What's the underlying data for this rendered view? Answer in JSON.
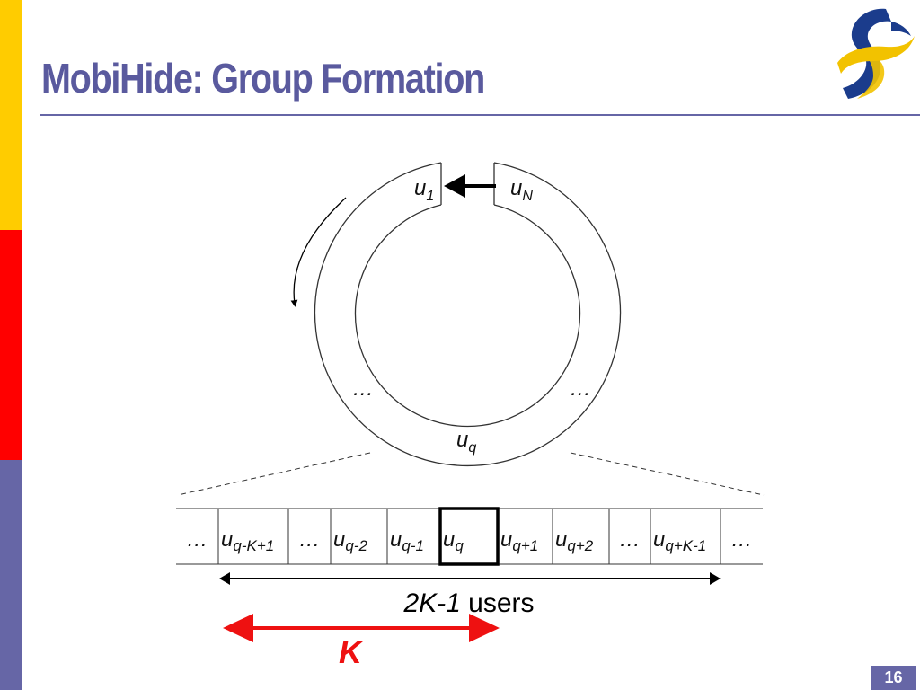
{
  "slide": {
    "title": "MobiHide: Group Formation",
    "page_number": "16"
  },
  "colors": {
    "sidebar_top": "#FFCC00",
    "sidebar_middle": "#FF0000",
    "sidebar_bottom": "#6666A6",
    "title": "#5A5A9E",
    "k_arrow": "#EE1111"
  },
  "diagram": {
    "ring_labels": {
      "first": "u",
      "first_sub": "1",
      "last": "u",
      "last_sub": "N",
      "left_dots": "…",
      "right_dots": "…",
      "query": "u",
      "query_sub": "q"
    },
    "cells": [
      {
        "text": "…",
        "sub": ""
      },
      {
        "text": "u",
        "sub": "q-K+1"
      },
      {
        "text": "…",
        "sub": ""
      },
      {
        "text": "u",
        "sub": "q-2"
      },
      {
        "text": "u",
        "sub": "q-1"
      },
      {
        "text": "u",
        "sub": "q"
      },
      {
        "text": "u",
        "sub": "q+1"
      },
      {
        "text": "u",
        "sub": "q+2"
      },
      {
        "text": "…",
        "sub": ""
      },
      {
        "text": "u",
        "sub": "q+K-1"
      },
      {
        "text": "…",
        "sub": ""
      }
    ],
    "window_label_italic": "2K-1",
    "window_label_rest": " users",
    "k_label": "K"
  }
}
